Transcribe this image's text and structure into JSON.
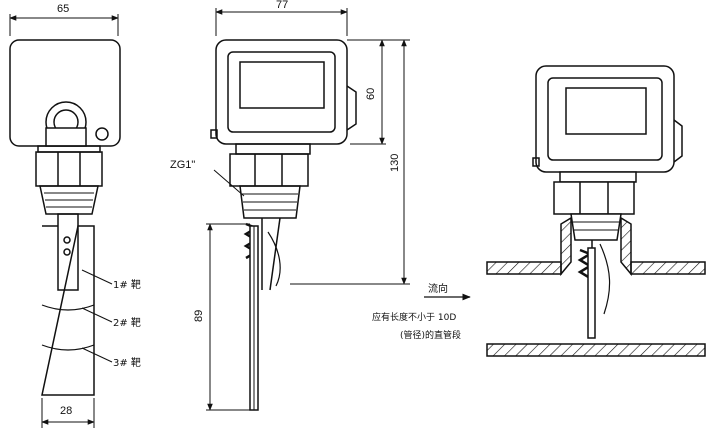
{
  "dimensions": {
    "left_width": "65",
    "front_width": "77",
    "box_height": "60",
    "body_height": "130",
    "paddle_length": "89",
    "paddle_width": "28"
  },
  "thread_label": "ZG1\"",
  "paddle_labels": [
    "1# 靶",
    "2# 靶",
    "3# 靶"
  ],
  "flow_label": "流向",
  "note_lines": [
    "应有长度不小于 10D",
    "(管径)的直管段"
  ]
}
